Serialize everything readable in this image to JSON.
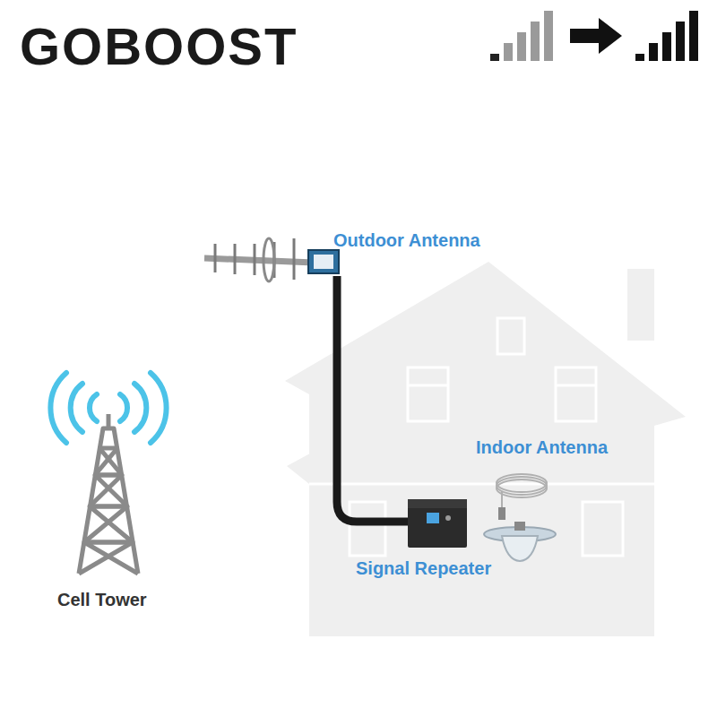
{
  "diagram": {
    "title": "GOBOOST",
    "labels": [
      "Outdoor Antenna",
      "Indoor Antenna",
      "Signal Repeater",
      "Cell Tower"
    ]
  }
}
